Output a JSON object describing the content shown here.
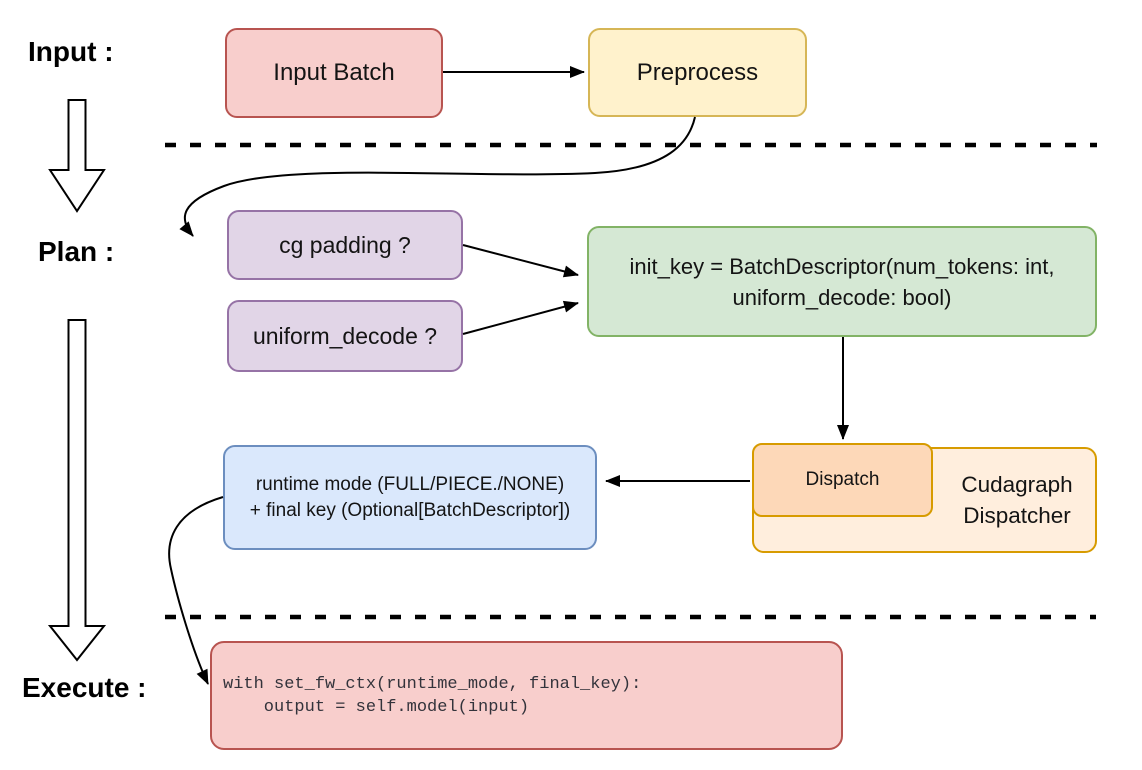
{
  "diagram": {
    "title_context": "Cudagraph dispatching flow",
    "stage_labels": {
      "input": "Input :",
      "plan": "Plan :",
      "execute": "Execute :"
    },
    "nodes": {
      "input_batch": {
        "label": "Input Batch"
      },
      "preprocess": {
        "label": "Preprocess"
      },
      "cg_padding": {
        "label": "cg padding ?"
      },
      "uniform_decode": {
        "label": "uniform_decode ?"
      },
      "init_key": {
        "lines": [
          "init_key = BatchDescriptor(num_tokens: int,",
          "uniform_decode: bool)"
        ]
      },
      "dispatch": {
        "label": "Dispatch"
      },
      "cudagraph_dispatcher": {
        "lines": [
          "Cudagraph",
          "Dispatcher"
        ]
      },
      "runtime_mode": {
        "lines": [
          "runtime mode (FULL/PIECE./NONE)",
          "+ final key (Optional[BatchDescriptor])"
        ]
      },
      "execute_code": {
        "lines": [
          "with set_fw_ctx(runtime_mode, final_key):",
          "    output = self.model(input)"
        ]
      }
    },
    "edges": [
      {
        "from": "input-batch",
        "to": "preprocess"
      },
      {
        "from": "preprocess",
        "to": "cg-padding"
      },
      {
        "from": "cg-padding",
        "to": "init-key"
      },
      {
        "from": "uniform-decode",
        "to": "init-key"
      },
      {
        "from": "init-key",
        "to": "dispatch"
      },
      {
        "from": "dispatch",
        "to": "runtime-mode"
      },
      {
        "from": "runtime-mode",
        "to": "execute-code"
      }
    ],
    "palette": {
      "red_fill": "#f8cecc",
      "red_stroke": "#b85450",
      "yellow_fill": "#fff2cc",
      "yellow_stroke": "#d6b656",
      "purple_fill": "#e1d5e7",
      "purple_stroke": "#9673a6",
      "green_fill": "#d5e8d4",
      "green_stroke": "#82b366",
      "blue_fill": "#dae8fc",
      "blue_stroke": "#6c8ebf",
      "orange_outer_fill": "#ffeedd",
      "orange_inner_fill": "#fdd8b8",
      "orange_stroke": "#d79b00",
      "line_color": "#000000"
    }
  }
}
